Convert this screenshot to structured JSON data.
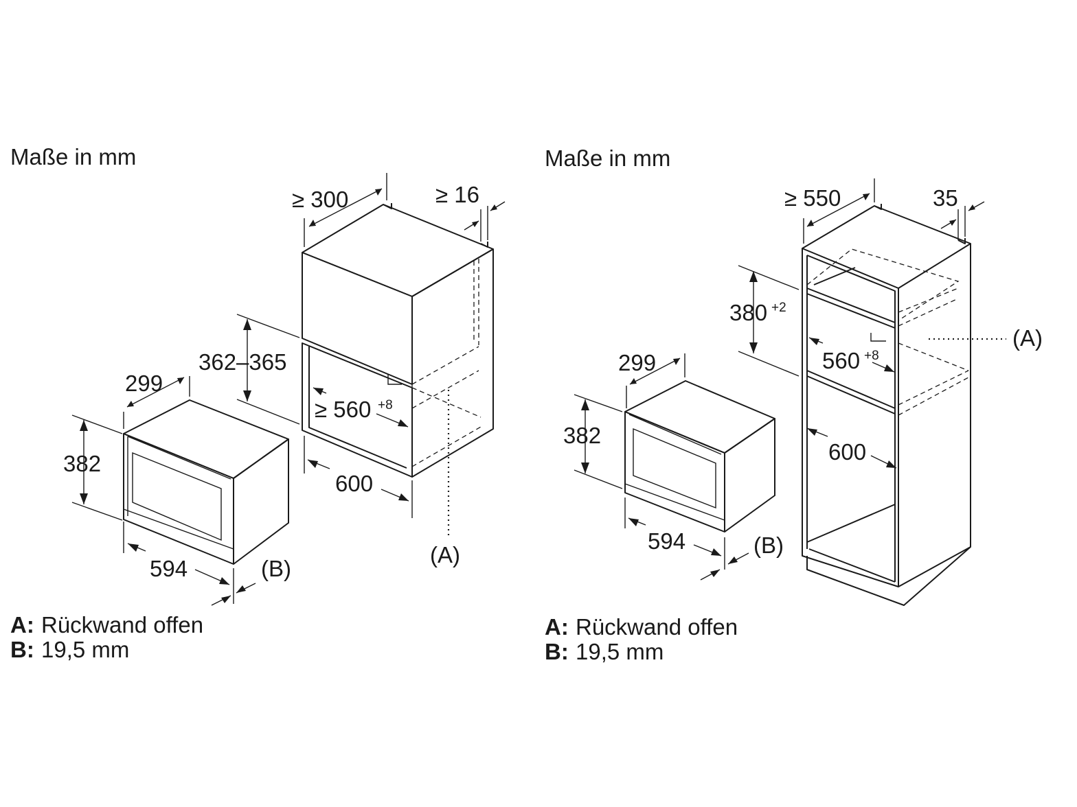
{
  "left": {
    "heading": "Maße in mm",
    "dim_depth_min": "≥ 300",
    "dim_gap_min": "≥ 16",
    "dim_niche_height": "362–365",
    "dim_unit_depth": "299",
    "dim_unit_height": "382",
    "dim_niche_width_prefix": "≥ 560",
    "dim_niche_width_tol": "+8",
    "dim_cabinet_width": "600",
    "dim_unit_width": "594",
    "label_a": "(A)",
    "label_b": "(B)",
    "legend_a_key": "A:",
    "legend_a_text": "Rückwand offen",
    "legend_b_key": "B:",
    "legend_b_text": "19,5 mm"
  },
  "right": {
    "heading": "Maße in mm",
    "dim_depth_min": "≥ 550",
    "dim_gap": "35",
    "dim_niche_height": "380",
    "dim_niche_height_tol": "+2",
    "dim_unit_depth": "299",
    "dim_unit_height": "382",
    "dim_niche_width": "560",
    "dim_niche_width_tol": "+8",
    "dim_cabinet_width": "600",
    "dim_unit_width": "594",
    "label_a": "(A)",
    "label_b": "(B)",
    "legend_a_key": "A:",
    "legend_a_text": "Rückwand offen",
    "legend_b_key": "B:",
    "legend_b_text": "19,5 mm"
  }
}
